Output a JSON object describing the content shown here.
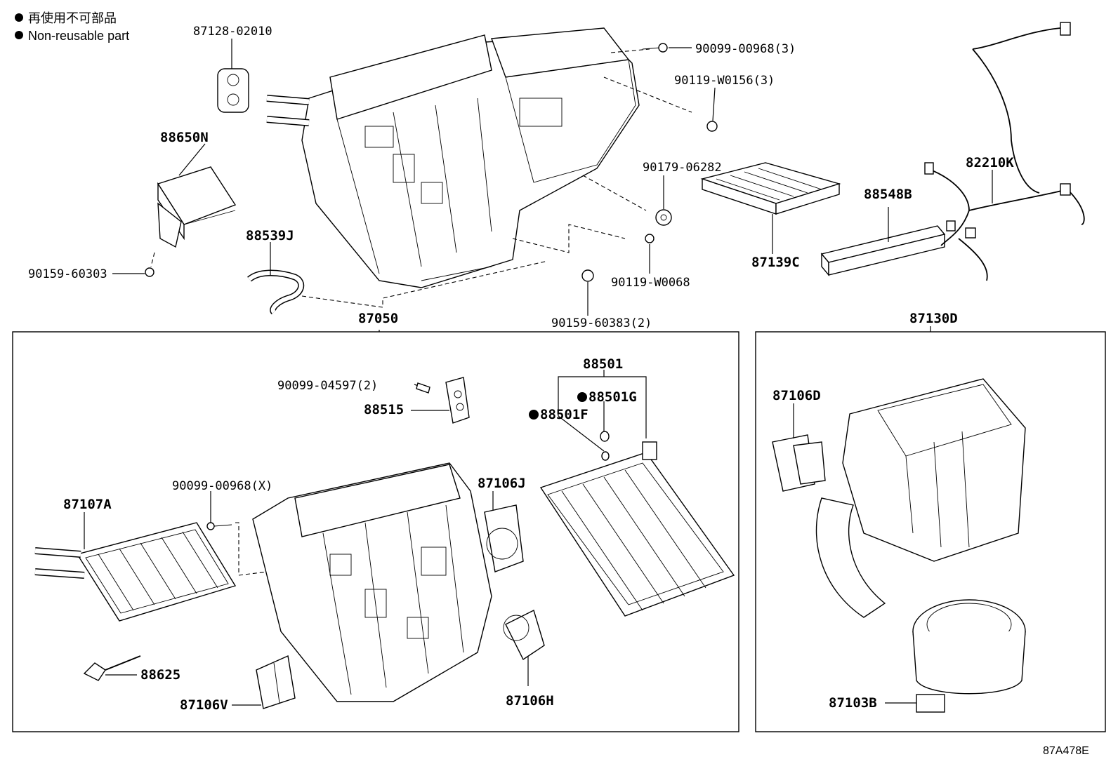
{
  "legend": {
    "item1": "再使用不可部品",
    "item2": "Non-reusable part"
  },
  "labels": {
    "p87128": "87128-02010",
    "p88650N": "88650N",
    "p90159a": "90159-60303",
    "p88539J": "88539J",
    "p90099a": "90099-00968(3)",
    "p90119a": "90119-W0156(3)",
    "p90179": "90179-06282",
    "p90119b": "90119-W0068",
    "p90159b": "90159-60383(2)",
    "p87139C": "87139C",
    "p88548B": "88548B",
    "p82210K": "82210K",
    "p87050": "87050",
    "p87130D": "87130D",
    "p88501": "88501",
    "p88501G": "88501G",
    "p88501F": "88501F",
    "p90099b": "90099-04597(2)",
    "p88515": "88515",
    "p90099c": "90099-00968(X)",
    "p87107A": "87107A",
    "p87106J": "87106J",
    "p88625": "88625",
    "p87106V": "87106V",
    "p87106H": "87106H",
    "p87106D": "87106D",
    "p87103B": "87103B"
  },
  "diagram_code": "87A478E"
}
